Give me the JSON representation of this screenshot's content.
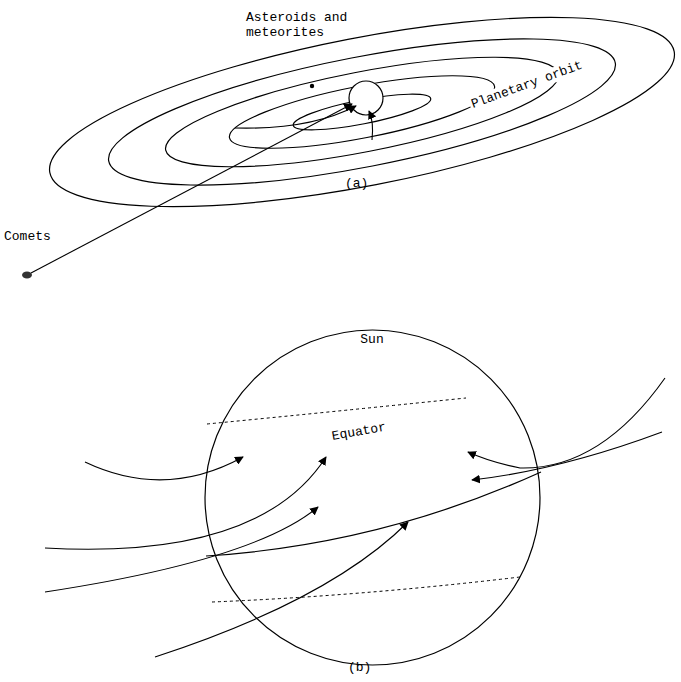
{
  "diagram": {
    "nodes": [
      {
        "text": [
          "Sun",
          "Equator"
        ]
      }
    ],
    "labels": [
      "Asteroids and meteorites",
      "Planetary orbit",
      "Comets",
      "(a)",
      "(b)"
    ]
  }
}
